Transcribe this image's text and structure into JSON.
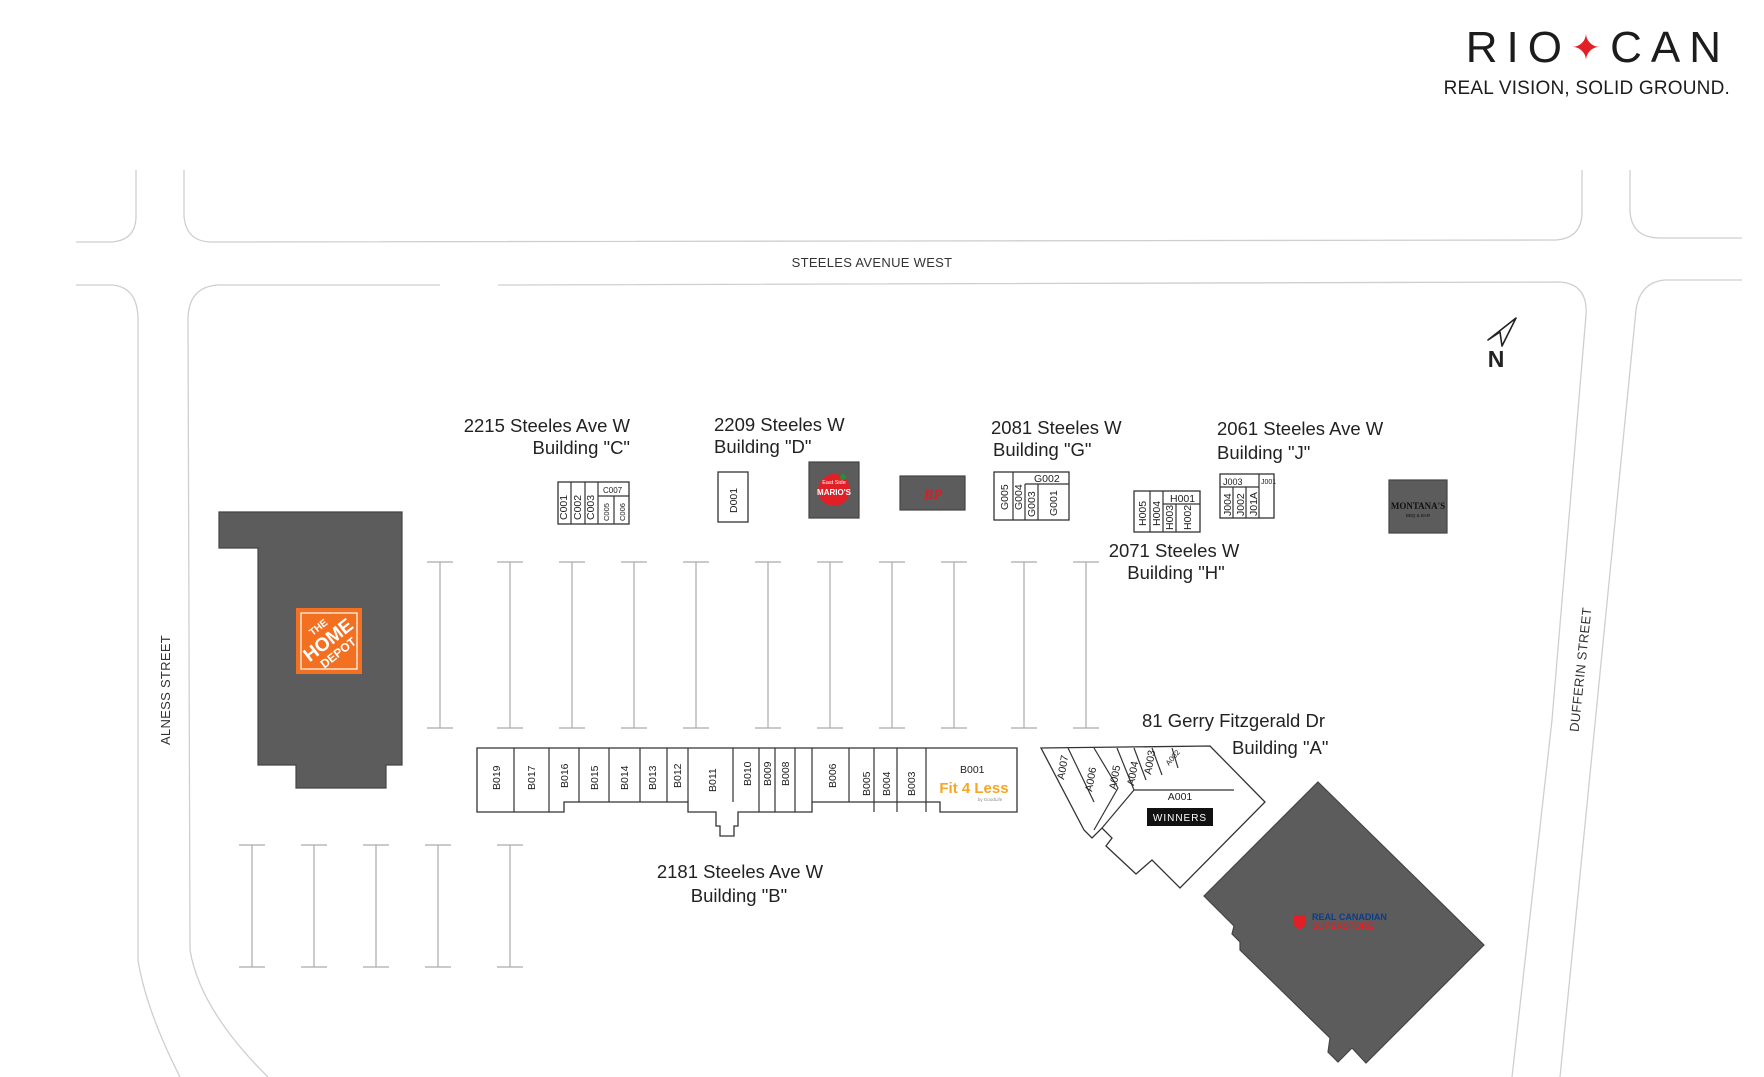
{
  "brand": {
    "name_left": "RIO",
    "name_right": "CAN",
    "tagline": "REAL VISION, SOLID GROUND.",
    "leaf_color": "#e21f26"
  },
  "roads": {
    "north": "STEELES AVENUE WEST",
    "west": "ALNESS STREET",
    "east": "DUFFERIN STREET"
  },
  "compass": {
    "label": "N"
  },
  "buildings": {
    "c": {
      "address": "2215 Steeles Ave W",
      "name": "Building \"C\"",
      "units": [
        "C001",
        "C002",
        "C003",
        "C005",
        "C006",
        "C007"
      ]
    },
    "d": {
      "address": "2209 Steeles W",
      "name": "Building \"D\"",
      "units": [
        "D001"
      ]
    },
    "g": {
      "address": "2081 Steeles W",
      "name": "Building \"G\"",
      "units": [
        "G005",
        "G004",
        "G003",
        "G001",
        "G002"
      ]
    },
    "h": {
      "address": "2071 Steeles W",
      "name": "Building \"H\"",
      "units": [
        "H005",
        "H004",
        "H003",
        "H002",
        "H001"
      ]
    },
    "j": {
      "address": "2061 Steeles Ave W",
      "name": "Building \"J\"",
      "units": [
        "J004",
        "J003",
        "J002",
        "J01A",
        "J001"
      ]
    },
    "a": {
      "address": "81 Gerry Fitzgerald Dr",
      "name": "Building \"A\"",
      "units": [
        "A007",
        "A006",
        "A005",
        "A004",
        "A003",
        "A002",
        "A001"
      ]
    },
    "b": {
      "address": "2181 Steeles Ave W",
      "name": "Building \"B\"",
      "units": [
        "B019",
        "B017",
        "B016",
        "B015",
        "B014",
        "B013",
        "B012",
        "B011",
        "B010",
        "B009",
        "B008",
        "B006",
        "B005",
        "B004",
        "B003",
        "B001"
      ]
    }
  },
  "tenants": {
    "home_depot": {
      "line1": "THE",
      "line2": "HOME",
      "line3": "DEPOT",
      "color": "#f37021"
    },
    "marios": {
      "line1": "East Side",
      "line2": "MARIO'S",
      "color": "#e21f26"
    },
    "boston_pizza": {
      "label": "BP",
      "color": "#d0202a"
    },
    "montanas": {
      "line1": "MONTANA'S",
      "line2": "BBQ & BAR"
    },
    "winners": {
      "label": "WINNERS"
    },
    "fit4less": {
      "line1": "Fit 4 Less",
      "line2": "by GoodLife",
      "color": "#f5a623"
    },
    "superstore": {
      "line1": "REAL CANADIAN",
      "line2": "SUPERSTORE",
      "color_top": "#0d3b8c",
      "color_bottom": "#e21f26"
    }
  }
}
